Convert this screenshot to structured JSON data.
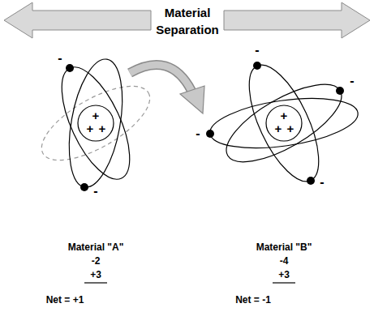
{
  "diagram": {
    "title": "Material Separation",
    "labels": [
      "-",
      "-",
      "+",
      "+",
      "+",
      "-",
      "-",
      "-",
      "-",
      "+",
      "+",
      "+",
      "Material \"A\"",
      "-2",
      "+3",
      "Net = +1",
      "Material \"B\"",
      "-4",
      "+3",
      "Net = -1"
    ]
  }
}
